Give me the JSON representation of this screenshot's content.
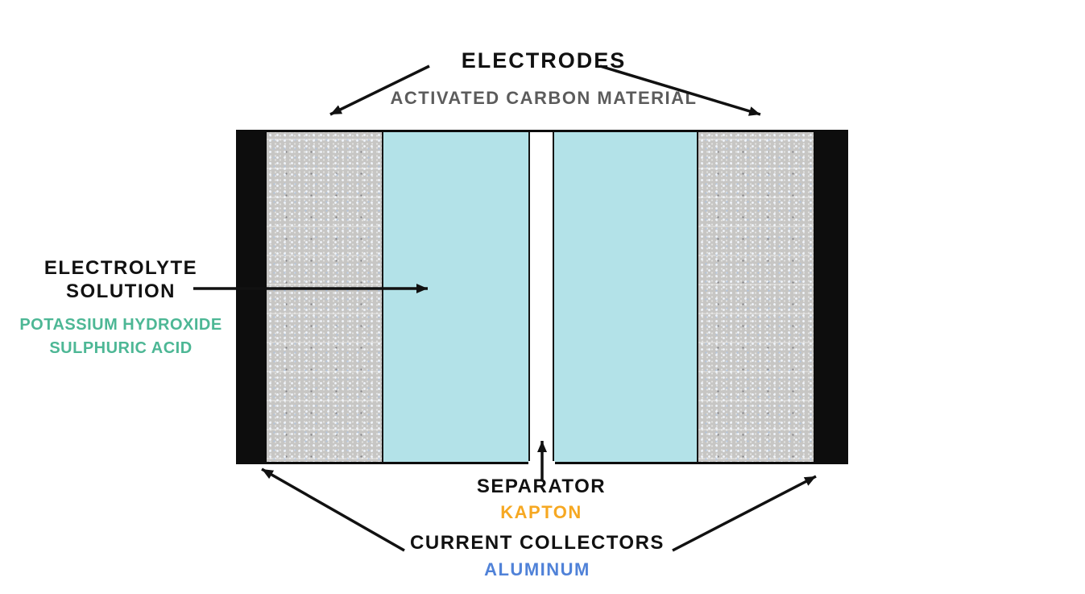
{
  "labels": {
    "electrodes": {
      "title": "ELECTRODES",
      "subtitle": "ACTIVATED CARBON MATERIAL"
    },
    "electrolyte": {
      "title_line1": "ELECTROLYTE",
      "title_line2": "SOLUTION",
      "subtitle_line1": "POTASSIUM HYDROXIDE",
      "subtitle_line2": "SULPHURIC ACID"
    },
    "separator": {
      "title": "SEPARATOR",
      "subtitle": "KAPTON"
    },
    "collectors": {
      "title": "CURRENT COLLECTORS",
      "subtitle": "ALUMINUM"
    }
  },
  "colors": {
    "electrolyte_fill": "#b3e2e8",
    "electrode_fill": "#c7c6c4",
    "collector_fill": "#0d0d0d",
    "separator_fill": "#ffffff",
    "title_text": "#111111",
    "electrodes_subtitle": "#5c5c5c",
    "electrolyte_subtitle": "#4db795",
    "separator_subtitle": "#f6a822",
    "collectors_subtitle": "#5082d8"
  }
}
